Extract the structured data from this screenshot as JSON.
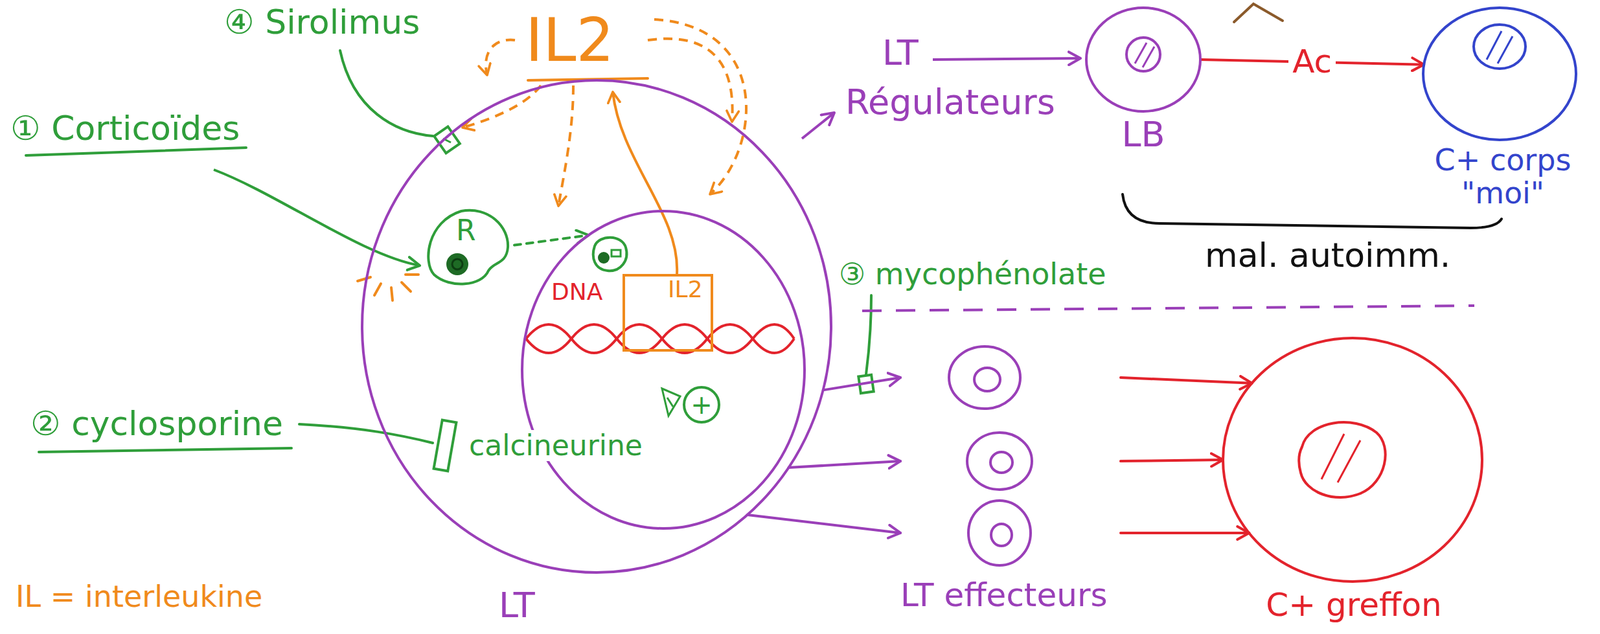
{
  "diagram": {
    "nodes": [
      {
        "text": [
          "LT"
        ]
      },
      {
        "text": [
          "R"
        ],
        "in": 0
      },
      {
        "text": [
          "DNA"
        ],
        "in": 0
      },
      {
        "text": [
          "IL2"
        ],
        "in": 2
      },
      {
        "text": [
          "+"
        ],
        "in": 2
      },
      {
        "text": [
          "LB"
        ]
      },
      {
        "text": [
          "C+ corps \"moi\""
        ]
      },
      {
        "text": [
          "LT effecteurs"
        ]
      },
      {
        "text": [
          "C+ greffon"
        ]
      }
    ],
    "edges": [
      {
        "from": 1,
        "to": 2,
        "arrow": "to"
      },
      {
        "from": 5,
        "to": 6,
        "label": "Ac",
        "arrow": "to"
      },
      {
        "from": 0,
        "to": 7,
        "arrow": "to"
      },
      {
        "from": 0,
        "to": 7,
        "arrow": "to"
      },
      {
        "from": 0,
        "to": 7,
        "arrow": "to"
      },
      {
        "from": 7,
        "to": 8,
        "arrow": "to"
      },
      {
        "from": 7,
        "to": 8,
        "arrow": "to"
      },
      {
        "from": 7,
        "to": 8,
        "arrow": "to"
      }
    ],
    "labels": [
      "④ Sirolimus",
      "IL2",
      "① Corticoïdes",
      "LT",
      "Régulateurs",
      "mal. autoimm.",
      "③ mycophénolate",
      "② cyclosporine",
      "calcineurine",
      "IL = interleukine"
    ]
  }
}
